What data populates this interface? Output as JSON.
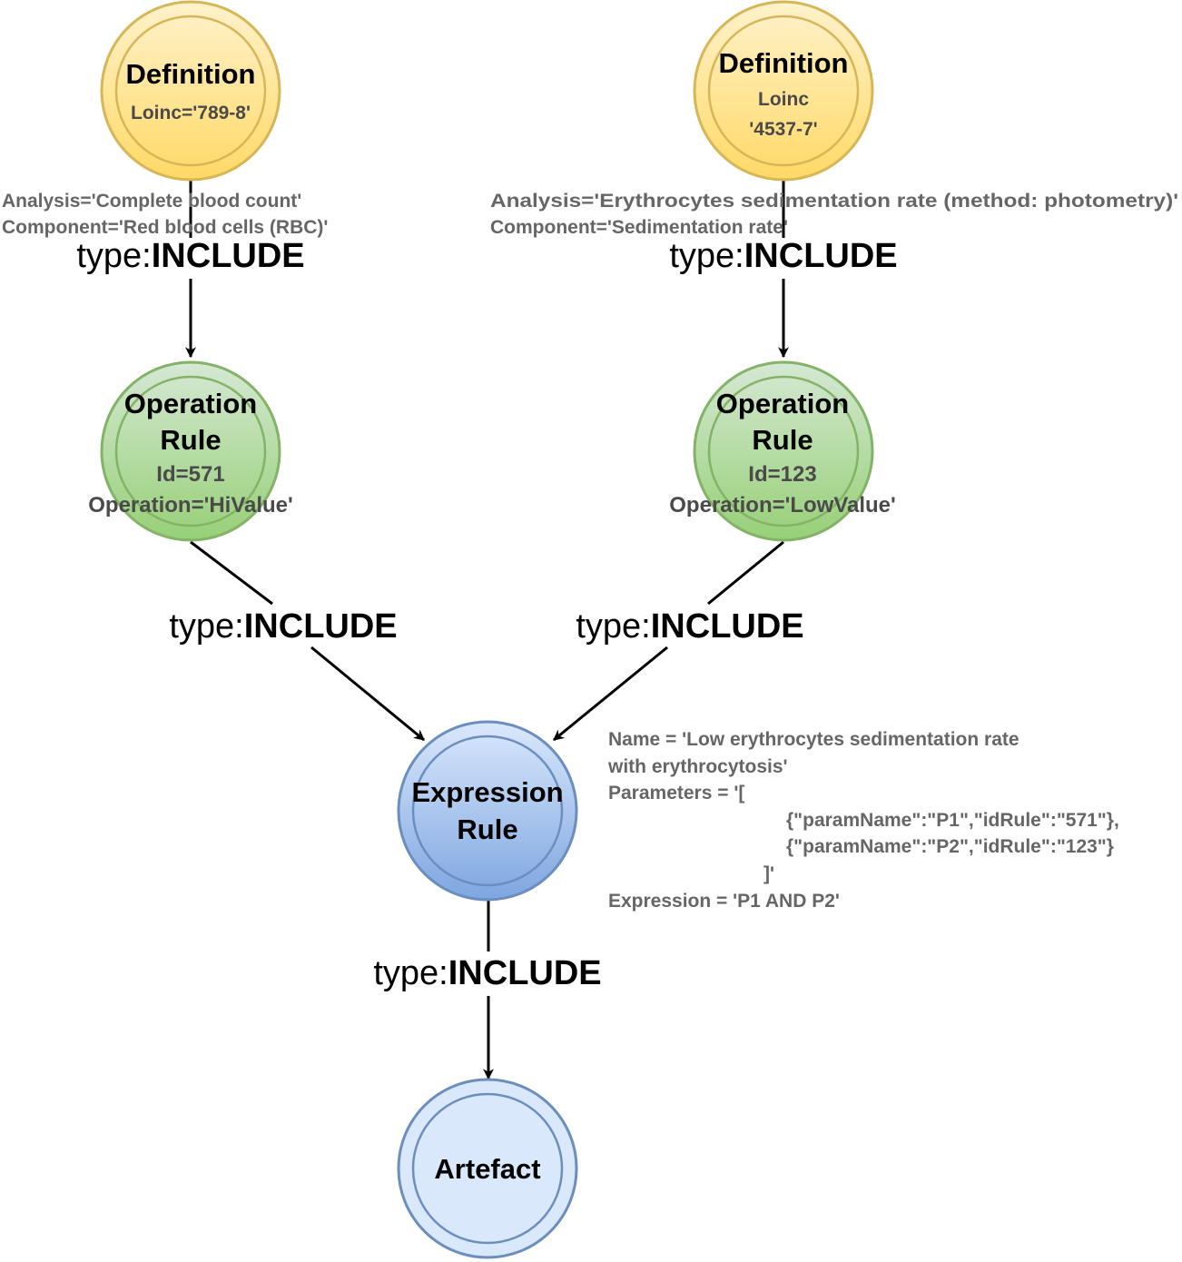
{
  "colors": {
    "definition_fill_top": "#fff2cc",
    "definition_fill_bottom": "#ffd966",
    "definition_stroke": "#d6b656",
    "operation_fill_top": "#d5e8d4",
    "operation_fill_bottom": "#97d077",
    "operation_stroke": "#82b366",
    "expression_fill_top": "#dae8fc",
    "expression_fill_bottom": "#7ea6e0",
    "expression_stroke": "#6c8ebf",
    "artefact_fill": "#dae8fc",
    "artefact_stroke": "#6c8ebf",
    "annotation_text": "#666666",
    "edge": "#000000"
  },
  "nodes": {
    "definition_left": {
      "title": "Definition",
      "lines": [
        "Loinc='789-8'"
      ]
    },
    "definition_right": {
      "title": "Definition",
      "lines": [
        "Loinc",
        "'4537-7'"
      ]
    },
    "operation_left": {
      "title_lines": [
        "Operation",
        "Rule"
      ],
      "lines": [
        "Id=571",
        "Operation='HiValue'"
      ]
    },
    "operation_right": {
      "title_lines": [
        "Operation",
        "Rule"
      ],
      "lines": [
        "Id=123",
        "Operation='LowValue'"
      ]
    },
    "expression": {
      "title_lines": [
        "Expression",
        "Rule"
      ]
    },
    "artefact": {
      "title": "Artefact"
    }
  },
  "annotations": {
    "definition_left": [
      "Analysis='Complete blood count'",
      "Component='Red blood cells (RBC)'"
    ],
    "definition_right": [
      "Analysis='Erythrocytes sedimentation rate (method: photometry)'",
      "Component='Sedimentation rate'"
    ],
    "expression": [
      "Name = 'Low erythrocytes sedimentation rate",
      "with erythrocytosis'",
      "Parameters = '[",
      "{\"paramName\":\"P1\",\"idRule\":\"571\"},",
      "{\"paramName\":\"P2\",\"idRule\":\"123\"}",
      "]'",
      "Expression = 'P1 AND P2'"
    ]
  },
  "edges": [
    {
      "from": "definition_left",
      "to": "operation_left",
      "label_prefix": "type:",
      "label_value": "INCLUDE"
    },
    {
      "from": "definition_right",
      "to": "operation_right",
      "label_prefix": "type:",
      "label_value": "INCLUDE"
    },
    {
      "from": "operation_left",
      "to": "expression",
      "label_prefix": "type:",
      "label_value": "INCLUDE"
    },
    {
      "from": "operation_right",
      "to": "expression",
      "label_prefix": "type:",
      "label_value": "INCLUDE"
    },
    {
      "from": "expression",
      "to": "artefact",
      "label_prefix": "type:",
      "label_value": "INCLUDE"
    }
  ]
}
